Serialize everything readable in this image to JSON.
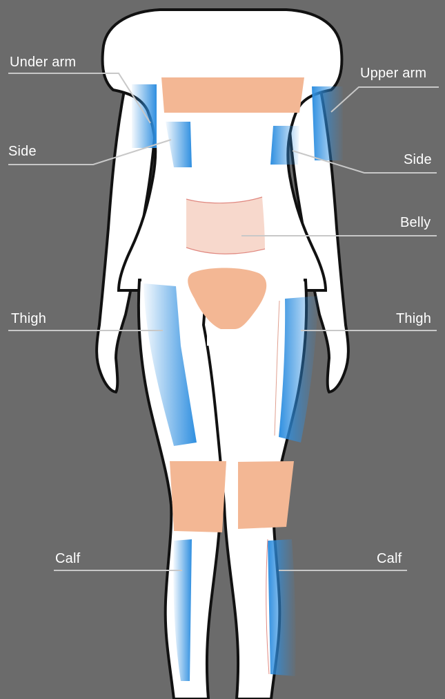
{
  "labels": {
    "under_arm": "Under arm",
    "upper_arm": "Upper arm",
    "side_left": "Side",
    "side_right": "Side",
    "belly": "Belly",
    "thigh_left": "Thigh",
    "thigh_right": "Thigh",
    "calf_left": "Calf",
    "calf_right": "Calf"
  },
  "colors": {
    "background": "#6b6b6b",
    "body_fill": "#ffffff",
    "body_outline": "#111111",
    "skin_zone": "#f3b794",
    "belly_zone": "#f7d8cc",
    "treatment_zone": "#2f8fe0",
    "leader_line": "#c8c8c8"
  }
}
